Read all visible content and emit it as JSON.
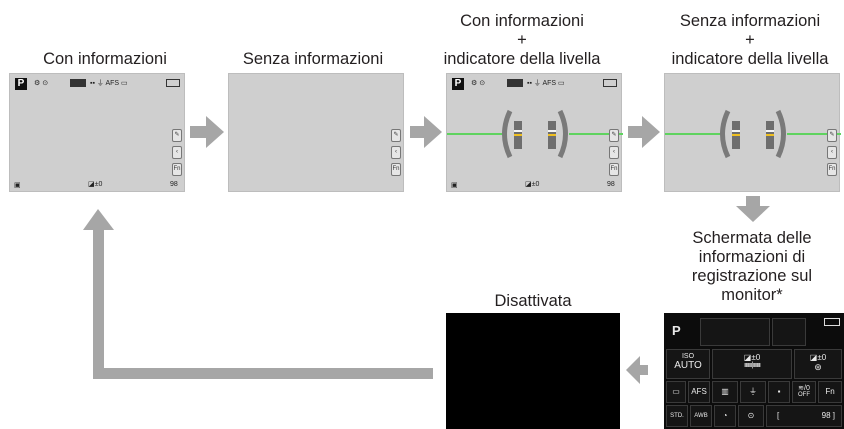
{
  "labels": {
    "with_info": "Con informazioni",
    "without_info": "Senza informazioni",
    "with_info_level": [
      "Con informazioni",
      "+",
      "indicatore della livella"
    ],
    "without_info_level": [
      "Senza informazioni",
      "+",
      "indicatore della livella"
    ],
    "monitor_info": [
      "Schermata delle",
      "informazioni di",
      "registrazione sul",
      "monitor*"
    ],
    "off": "Disattivata"
  },
  "screen_icons": {
    "mode": "P",
    "exposure_comp": "±0",
    "af_mode": "AFS",
    "fn": "Fn",
    "shots": "98"
  },
  "panel": {
    "mode": "P",
    "iso_label": "ISO",
    "iso_value": "AUTO",
    "ev_value": "±0",
    "flash_ev_value": "±0",
    "af_mode": "AFS",
    "wifi_value": "0",
    "wifi_status": "OFF",
    "fn_label": "Fn",
    "photo_style": "STD.",
    "wb": "AWB",
    "shots": "98"
  },
  "colors": {
    "screen": "#cfcfcf",
    "arrow": "#a6a6a6",
    "level_line": "#5fd35f",
    "panel_bg": "#0c0c0c"
  }
}
